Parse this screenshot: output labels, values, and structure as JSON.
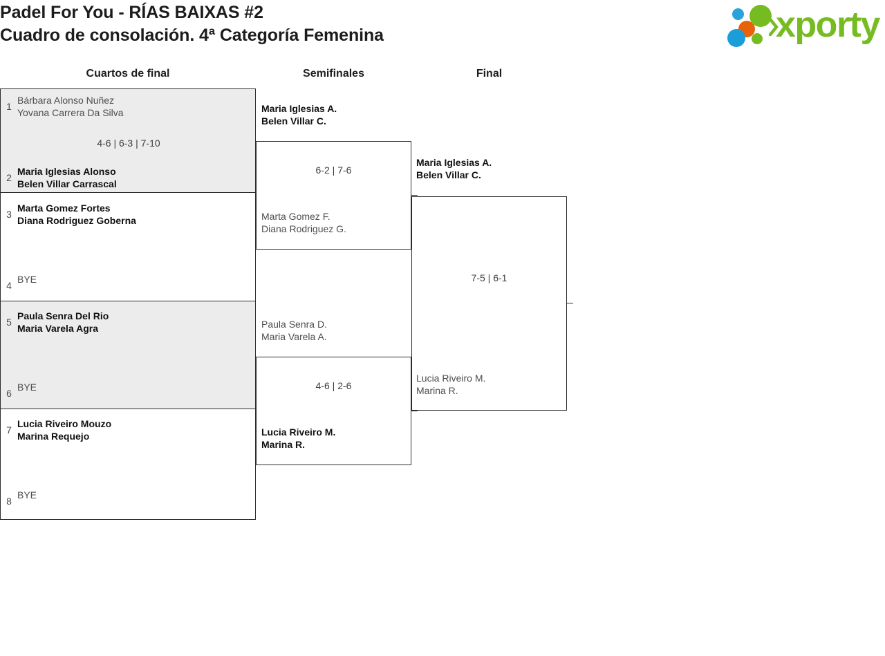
{
  "header": {
    "title_line1": "Padel For You - RÍAS BAIXAS #2",
    "title_line2": "Cuadro de consolación. 4ª Categoría Femenina",
    "logo_word": "xporty",
    "logo_colors": {
      "green": "#76bc21",
      "orange": "#e8620c",
      "blue": "#1b9dd9",
      "blue_light": "#29a3dc"
    }
  },
  "rounds": {
    "quarterfinals_label": "Cuartos de final",
    "semifinals_label": "Semifinales",
    "final_label": "Final"
  },
  "bracket": {
    "quarterfinals": [
      {
        "shaded": true,
        "score": "4-6 | 6-3 | 7-10",
        "top": {
          "seed": "1",
          "player1": "Bárbara Alonso Nuñez",
          "player2": "Yovana Carrera Da Silva",
          "winner": false
        },
        "bottom": {
          "seed": "2",
          "player1": "Maria Iglesias Alonso",
          "player2": "Belen Villar Carrascal",
          "winner": true
        }
      },
      {
        "shaded": false,
        "score": "",
        "top": {
          "seed": "3",
          "player1": "Marta Gomez Fortes",
          "player2": "Diana Rodriguez Goberna",
          "winner": true
        },
        "bottom": {
          "seed": "4",
          "player1": "BYE",
          "player2": "",
          "winner": false
        }
      },
      {
        "shaded": true,
        "score": "",
        "top": {
          "seed": "5",
          "player1": "Paula Senra Del Rio",
          "player2": "Maria Varela Agra",
          "winner": true
        },
        "bottom": {
          "seed": "6",
          "player1": "BYE",
          "player2": "",
          "winner": false
        }
      },
      {
        "shaded": false,
        "score": "",
        "top": {
          "seed": "7",
          "player1": "Lucia Riveiro Mouzo",
          "player2": "Marina Requejo",
          "winner": true
        },
        "bottom": {
          "seed": "8",
          "player1": "BYE",
          "player2": "",
          "winner": false
        }
      }
    ],
    "semifinals": [
      {
        "score": "6-2 | 7-6",
        "top": {
          "player1": "Maria Iglesias A.",
          "player2": "Belen Villar C.",
          "winner": true
        },
        "bottom": {
          "player1": "Marta Gomez F.",
          "player2": "Diana Rodriguez G.",
          "winner": false
        }
      },
      {
        "score": "4-6 | 2-6",
        "top": {
          "player1": "Paula Senra D.",
          "player2": "Maria Varela A.",
          "winner": false
        },
        "bottom": {
          "player1": "Lucia Riveiro M.",
          "player2": "Marina R.",
          "winner": true
        }
      }
    ],
    "final": {
      "score": "7-5 | 6-1",
      "top": {
        "player1": "Maria Iglesias A.",
        "player2": "Belen Villar C.",
        "winner": true
      },
      "bottom": {
        "player1": "Lucia Riveiro M.",
        "player2": "Marina R.",
        "winner": false
      }
    }
  }
}
